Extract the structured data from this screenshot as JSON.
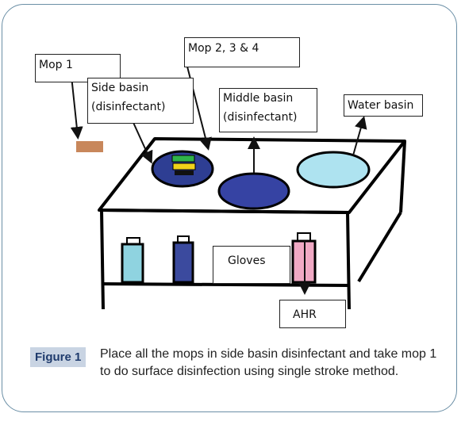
{
  "labels": {
    "mop1": "Mop 1",
    "mops234": "Mop 2, 3 & 4",
    "side_basin_line1": "Side basin",
    "side_basin_line2": "(disinfectant)",
    "middle_basin_line1": "Middle basin",
    "middle_basin_line2": "(disinfectant)",
    "water_basin": "Water basin",
    "gloves": "Gloves",
    "ahr": "AHR"
  },
  "caption": {
    "tag": "Figure 1",
    "text": "Place all the mops in side basin disinfectant and take mop 1 to do surface disinfection using single stroke method."
  },
  "colors": {
    "frame_border": "#6b8fa6",
    "mop1_fill": "#c8875b",
    "side_basin_fill": "#2e3e93",
    "middle_basin_fill": "#3643a3",
    "water_basin_fill": "#aee3f0",
    "bottle_cyan": "#8fd3e0",
    "bottle_navy": "#3b4a9e",
    "bottle_pink": "#f0a9c4",
    "sponge_green": "#2fb34a",
    "sponge_yellow": "#f0d21a",
    "caption_tag_bg": "#c9d4e3",
    "caption_tag_text": "#1f3b6d"
  }
}
